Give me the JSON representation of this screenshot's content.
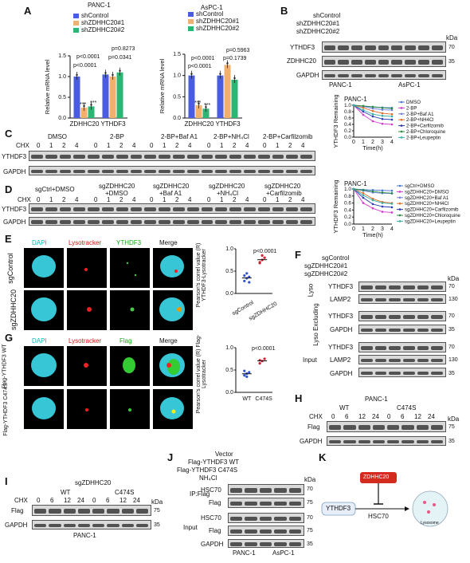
{
  "panels": {
    "A": "A",
    "B": "B",
    "C": "C",
    "D": "D",
    "E": "E",
    "F": "F",
    "G": "G",
    "H": "H",
    "I": "I",
    "J": "J",
    "K": "K"
  },
  "labels": {
    "panc1": "PANC-1",
    "aspc1": "AsPC-1",
    "ylabel_mrna": "Relative mRNA level",
    "legend_shcontrol": "shControl",
    "legend_sh1": "shZDHHC20#1",
    "legend_sh2": "shZDHHC20#2",
    "zdhhc20": "ZDHHC20",
    "ythdf3": "YTHDF3",
    "gapdh": "GAPDH",
    "kda": "kDa",
    "cx": "CHX",
    "b_shcontrol": "shControl",
    "b_sh1": "shZDHHC20#1",
    "b_sh2": "shZDHHC20#2",
    "c_dmso": "DMSO",
    "c_2bp": "2-BP",
    "c_baf": "2-BP+Baf A1",
    "c_nh": "2-BP+NH₄Cl",
    "c_carf": "2-BP+Carfilzomib",
    "d_sgctrl": "sgCtrl+DMSO",
    "d_sgz": "sgZDHHC20",
    "d_plusdmso": "+DMSO",
    "d_plusbaf": "+Baf A1",
    "d_plusnh": "+NH₄Cl",
    "d_pluscarf": "+Carfilzomib",
    "e_dapi": "DAPI",
    "e_lyso": "Lysotracker",
    "e_ythdf3": "YTHDF3",
    "e_merge": "Merge",
    "e_sgcontrol": "sgControl",
    "e_sgz": "sgZDHHC20",
    "e_ylabel": "Pearson's correl value (R) YTHDF3-Lysotracker",
    "e_p": "p<0.0001",
    "f_sgcontrol": "sgControl",
    "f_sg1": "sgZDHHC20#1",
    "f_sg2": "sgZDHHC20#2",
    "f_lyso": "Lyso",
    "f_lysoex": "Lyso Excluding",
    "f_input": "Input",
    "lamp2": "LAMP2",
    "g_dapi": "DAPI",
    "g_lyso": "Lysotracker",
    "g_flag": "Flag",
    "g_merge": "Merge",
    "g_wt": "Flag-YTHDF3 WT",
    "g_c474": "Flag-YTHDF3 C474S",
    "g_ylabel": "Pearson's correl value (R) Flag-Lysotracker",
    "g_p": "p<0.0001",
    "wt": "WT",
    "c474s": "C474S",
    "flag": "Flag",
    "i_title": "sgZDHHC20",
    "j_vector": "Vector",
    "j_wt": "Flag-YTHDF3 WT",
    "j_c474": "Flag-YTHDF3 C474S",
    "j_nh": "NH₄Cl",
    "j_ip": "IP:Flag",
    "hsc70": "HSC70",
    "j_input": "Input",
    "k_zdhhc20": "ZDHHC20",
    "k_ythdf3": "YTHDF3",
    "k_hsc70": "HSC70",
    "k_lysosome": "Lysosome",
    "remain": "YTHDF3 Remaining",
    "time": "Time(h)"
  },
  "pvals": {
    "a1_1": "p<0.0001",
    "a1_2": "p<0.0001",
    "a1_3": "p=0.8273",
    "a1_4": "p=0.0341",
    "a2_1": "p<0.0001",
    "a2_2": "p<0.0001",
    "a2_3": "p=0.5963",
    "a2_4": "p=0.1739",
    "stars": "***"
  },
  "kda_marks": {
    "k70": "70",
    "k35": "35",
    "k130": "130",
    "k75": "75"
  },
  "cx_times": {
    "t0": "0",
    "t1": "1",
    "t2": "2",
    "t4": "4",
    "t6": "6",
    "t12": "12",
    "t24": "24"
  },
  "colors": {
    "shcontrol": "#4a5de0",
    "sh1": "#f2b06f",
    "sh2": "#2bb673",
    "k_red": "#d32b1e"
  },
  "chart_data": [
    {
      "type": "bar",
      "title": "PANC-1",
      "ylabel": "Relative mRNA level",
      "categories": [
        "ZDHHC20",
        "YTHDF3"
      ],
      "ylim": [
        0,
        1.5
      ],
      "series": [
        {
          "name": "shControl",
          "values": [
            1.0,
            1.05
          ]
        },
        {
          "name": "shZDHHC20#1",
          "values": [
            0.25,
            1.0
          ]
        },
        {
          "name": "shZDHHC20#2",
          "values": [
            0.28,
            1.1
          ]
        }
      ]
    },
    {
      "type": "bar",
      "title": "AsPC-1",
      "ylabel": "Relative mRNA level",
      "categories": [
        "ZDHHC20",
        "YTHDF3"
      ],
      "ylim": [
        0,
        1.5
      ],
      "series": [
        {
          "name": "shControl",
          "values": [
            1.0,
            1.0
          ]
        },
        {
          "name": "shZDHHC20#1",
          "values": [
            0.3,
            1.25
          ]
        },
        {
          "name": "shZDHHC20#2",
          "values": [
            0.22,
            0.9
          ]
        }
      ]
    },
    {
      "type": "line",
      "title": "PANC-1",
      "xlabel": "Time(h)",
      "ylabel": "YTHDF3 Remaining",
      "x": [
        0,
        1,
        2,
        3,
        4
      ],
      "ylim": [
        0.0,
        1.0
      ],
      "series": [
        {
          "name": "DMSO",
          "color": "#4a78d6",
          "values": [
            1.0,
            0.97,
            0.95,
            0.93,
            0.92
          ]
        },
        {
          "name": "2-BP",
          "color": "#d53bd0",
          "values": [
            1.0,
            0.7,
            0.5,
            0.42,
            0.4
          ]
        },
        {
          "name": "2-BP+Baf A1",
          "color": "#6f7fe0",
          "values": [
            1.0,
            0.96,
            0.9,
            0.86,
            0.85
          ]
        },
        {
          "name": "2-BP+NH4Cl",
          "color": "#e06f2b",
          "values": [
            1.0,
            0.92,
            0.82,
            0.75,
            0.72
          ]
        },
        {
          "name": "2-BP+Carfilzomib",
          "color": "#2b3ab6",
          "values": [
            1.0,
            0.8,
            0.65,
            0.57,
            0.55
          ]
        },
        {
          "name": "2-BP+Chloroquine",
          "color": "#2a8a40",
          "values": [
            1.0,
            0.98,
            0.95,
            0.92,
            0.9
          ]
        },
        {
          "name": "2-BP+Leupeptin",
          "color": "#35b0a6",
          "values": [
            1.0,
            0.85,
            0.72,
            0.67,
            0.65
          ]
        }
      ]
    },
    {
      "type": "line",
      "title": "PANC-1",
      "xlabel": "Time(h)",
      "ylabel": "YTHDF3 Remaining",
      "x": [
        0,
        1,
        2,
        3,
        4
      ],
      "ylim": [
        0.0,
        1.0
      ],
      "series": [
        {
          "name": "sgCtrl+DMSO",
          "color": "#4a78d6",
          "values": [
            1.0,
            0.98,
            0.97,
            0.96,
            0.95
          ]
        },
        {
          "name": "sgZDHHC20+DMSO",
          "color": "#d53bd0",
          "values": [
            1.0,
            0.6,
            0.45,
            0.35,
            0.33
          ]
        },
        {
          "name": "sgZDHHC20+Baf A1",
          "color": "#6f7fe0",
          "values": [
            1.0,
            0.95,
            0.9,
            0.88,
            0.87
          ]
        },
        {
          "name": "sgZDHHC20+NH4Cl",
          "color": "#e06f2b",
          "values": [
            1.0,
            0.88,
            0.72,
            0.63,
            0.6
          ]
        },
        {
          "name": "sgZDHHC20+Carfilzomib",
          "color": "#2b3ab6",
          "values": [
            1.0,
            0.75,
            0.57,
            0.5,
            0.48
          ]
        },
        {
          "name": "sgZDHHC20+Chloroquine",
          "color": "#2a8a40",
          "values": [
            1.0,
            0.97,
            0.93,
            0.9,
            0.88
          ]
        },
        {
          "name": "sgZDHHC20+Leupeptin",
          "color": "#35b0a6",
          "values": [
            1.0,
            0.82,
            0.68,
            0.6,
            0.58
          ]
        }
      ]
    },
    {
      "type": "scatter",
      "categories": [
        "sgControl",
        "sgZDHHC20"
      ],
      "ylabel": "Pearson's correl value (R) YTHDF3-Lysotracker",
      "ylim": [
        0.0,
        1.0
      ],
      "series": [
        {
          "name": "sgControl",
          "values": [
            0.28,
            0.34,
            0.37,
            0.4,
            0.45,
            0.25
          ]
        },
        {
          "name": "sgZDHHC20",
          "values": [
            0.7,
            0.75,
            0.8,
            0.68,
            0.85
          ]
        }
      ]
    },
    {
      "type": "scatter",
      "categories": [
        "WT",
        "C474S"
      ],
      "ylabel": "Pearson's correl value (R) Flag-Lysotracker",
      "ylim": [
        0.0,
        1.0
      ],
      "series": [
        {
          "name": "WT",
          "values": [
            0.38,
            0.42,
            0.45,
            0.48,
            0.35
          ]
        },
        {
          "name": "C474S",
          "values": [
            0.65,
            0.7,
            0.75,
            0.72
          ]
        }
      ]
    }
  ]
}
